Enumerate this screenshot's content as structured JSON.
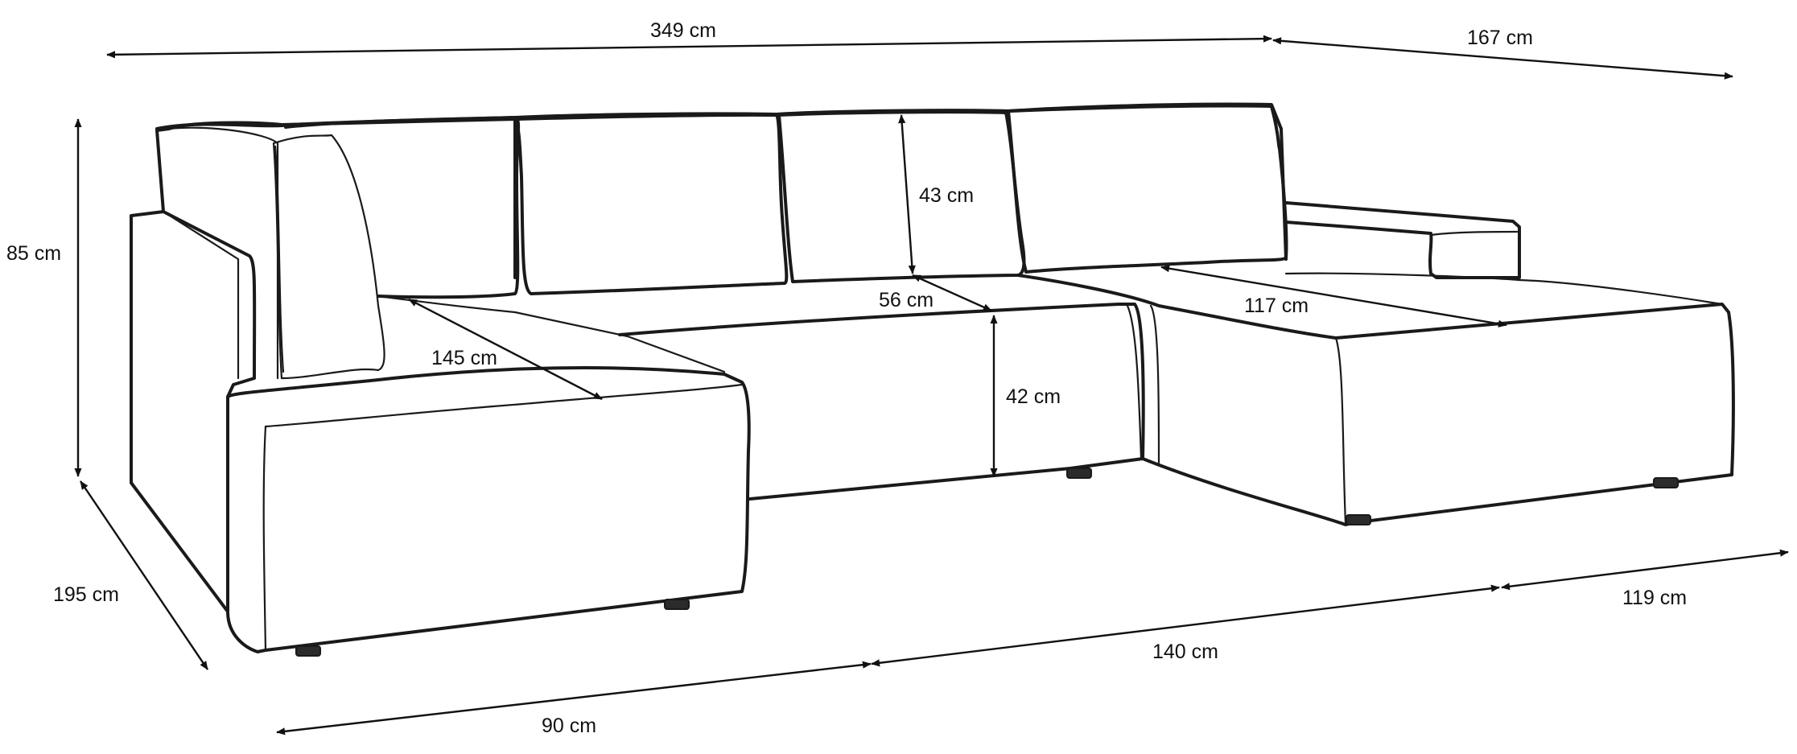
{
  "dimensions": {
    "total_width": "349 cm",
    "chaise_depth": "167 cm",
    "total_height": "85 cm",
    "side_depth": "195 cm",
    "seat_depth_left": "145 cm",
    "backrest_height": "43 cm",
    "seat_depth_center": "56 cm",
    "seat_height": "42 cm",
    "chaise_length": "117 cm",
    "left_section_width": "90 cm",
    "middle_section_width": "140 cm",
    "right_section_width": "119 cm"
  },
  "colors": {
    "line": "#1a1a1a",
    "background": "#ffffff"
  }
}
